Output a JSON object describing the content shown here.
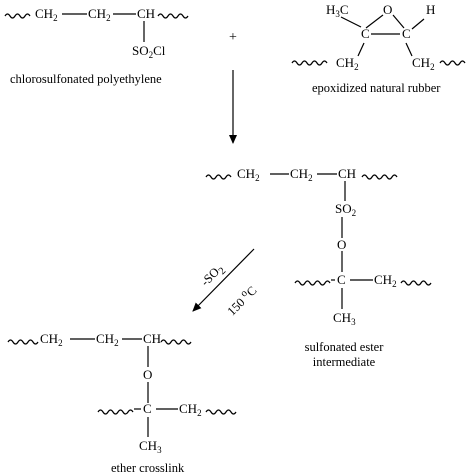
{
  "chemistry": {
    "plus": "+",
    "cspe": {
      "ch2_a": "CH<sub>2</sub>",
      "ch2_b": "CH<sub>2</sub>",
      "ch": "CH",
      "so2cl": "SO<sub>2</sub>Cl",
      "caption": "chlorosulfonated polyethylene"
    },
    "enr": {
      "h3c": "H<sub>3</sub>C",
      "o": "O",
      "h": "H",
      "c1": "C",
      "c2": "C",
      "ch2_l": "CH<sub>2</sub>",
      "ch2_r": "CH<sub>2</sub>",
      "caption": "epoxidized natural rubber"
    },
    "intermediate": {
      "ch2_a": "CH<sub>2</sub>",
      "ch2_b": "CH<sub>2</sub>",
      "ch": "CH",
      "so2": "SO<sub>2</sub>",
      "o": "O",
      "c": "C",
      "ch2": "CH<sub>2</sub>",
      "ch3": "CH<sub>3</sub>",
      "caption_line1": "sulfonated ester",
      "caption_line2": "intermediate"
    },
    "condition_top": "-SO<sub>2</sub>",
    "condition_bottom": "150 <sup>o</sup>C",
    "product": {
      "ch2_a": "CH<sub>2</sub>",
      "ch2_b": "CH<sub>2</sub>",
      "ch": "CH",
      "o": "O",
      "c": "C",
      "ch2": "CH<sub>2</sub>",
      "ch3": "CH<sub>3</sub>",
      "caption": "ether crosslink"
    }
  }
}
